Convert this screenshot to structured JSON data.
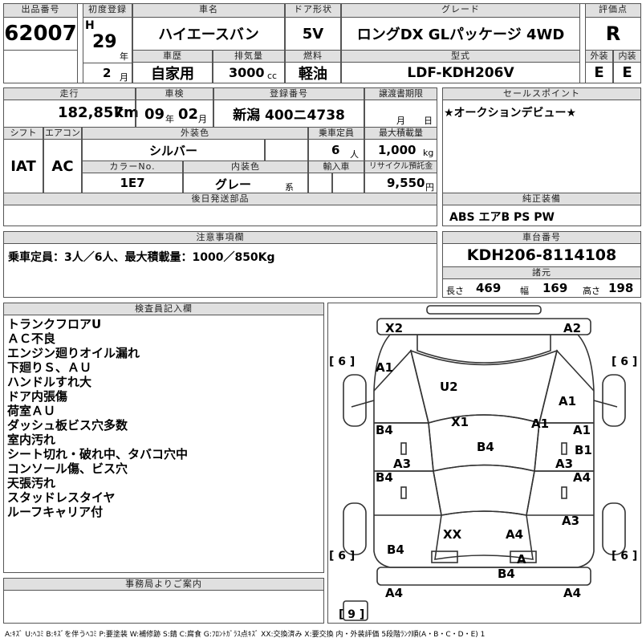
{
  "header": {
    "listing_no_label": "出品番号",
    "listing_no": "62007",
    "first_reg_label": "初度登録",
    "era": "H",
    "year": "29",
    "year_unit": "年",
    "month": "2",
    "month_unit": "月",
    "model_label": "車名",
    "model": "ハイエースバン",
    "door_label": "ドア形状",
    "door": "5V",
    "grade_label": "グレード",
    "grade": "ロングDX GLパッケージ 4WD",
    "score_label": "評価点",
    "score": "R",
    "history_label": "車歴",
    "history": "自家用",
    "displacement_label": "排気量",
    "displacement": "3000",
    "displacement_unit": "cc",
    "fuel_label": "燃料",
    "fuel": "軽油",
    "type_label": "型式",
    "type": "LDF-KDH206V",
    "exterior_label": "外装",
    "exterior": "E",
    "interior_label": "内装",
    "interior": "E"
  },
  "row2": {
    "mileage_label": "走行",
    "mileage": "182,857",
    "mileage_unit": "km",
    "inspection_label": "車検",
    "insp_year": "09",
    "insp_year_unit": "年",
    "insp_month": "02",
    "insp_month_unit": "月",
    "reg_no_label": "登録番号",
    "reg_no": "新潟 400ニ4738",
    "transfer_label": "譲渡書期限",
    "transfer_month_unit": "月",
    "transfer_day_unit": "日",
    "shift_label": "シフト",
    "shift": "IAT",
    "ac_label": "エアコン",
    "ac": "AC",
    "ext_color_label": "外装色",
    "ext_color": "シルバー",
    "capacity_label": "乗車定員",
    "capacity": "6",
    "capacity_unit": "人",
    "maxload_label": "最大積載量",
    "maxload": "1,000",
    "maxload_unit": "kg",
    "color_no_label": "カラーNo.",
    "color_no": "1E7",
    "int_color_label": "内装色",
    "int_color": "グレー",
    "int_color_unit": "系",
    "import_label": "輸入車",
    "recycle_label": "リサイクル預託金",
    "recycle": "9,550",
    "recycle_unit": "円",
    "later_parts_label": "後日発送部品"
  },
  "sales": {
    "label": "セールスポイント",
    "text": "★オークションデビュー★"
  },
  "equipment": {
    "label": "純正装備",
    "text": "ABS エアB PS PW"
  },
  "caution": {
    "label": "注意事項欄",
    "text": "乗車定員：3人／6人、最大積載量：1000／850Kg"
  },
  "chassis": {
    "label": "車台番号",
    "number": "KDH206-8114108",
    "specs_label": "諸元",
    "length_label": "長さ",
    "length": "469",
    "width_label": "幅",
    "width": "169",
    "height_label": "高さ",
    "height": "198"
  },
  "inspector": {
    "label": "検査員記入欄",
    "notes": [
      "トランクフロアU",
      "ＡＣ不良",
      "エンジン廻りオイル漏れ",
      "下廻りＳ、ＡＵ",
      "ハンドルすれ大",
      "ドア内張傷",
      "荷室ＡＵ",
      "ダッシュ板ビス穴多数",
      "室内汚れ",
      "シート切れ・破れ中、タバコ穴中",
      "コンソール傷、ビス穴",
      "天張汚れ",
      "スタッドレスタイヤ",
      "ルーフキャリア付"
    ]
  },
  "office": {
    "label": "事務局よりご案内"
  },
  "diagram": {
    "tire_fl": "[ 6 ]",
    "tire_fr": "[ 6 ]",
    "tire_rl": "[ 6 ]",
    "tire_rr": "[ 6 ]",
    "spare": "[ 9 ]",
    "marks": [
      "X2",
      "A2",
      "A1",
      "U2",
      "A1",
      "X1",
      "A1",
      "B4",
      "B4",
      "A1",
      "B1",
      "A3",
      "A3",
      "B4",
      "A4",
      "A3",
      "XX",
      "A4",
      "B4",
      "A",
      "B4",
      "A4",
      "A4"
    ]
  },
  "legend": "A:ｷｽﾞ U:ﾍｺﾐ B:ｷｽﾞを伴うﾍｺﾐ P:要塗装 W:補修跡 S:錆 C:腐食 G:ﾌﾛﾝﾄｶﾞﾗｽ点ｷｽﾞ XX:交換済み X:要交換 内・外装評価 5段階ﾗﾝｸ順(A・B・C・D・E) 1"
}
